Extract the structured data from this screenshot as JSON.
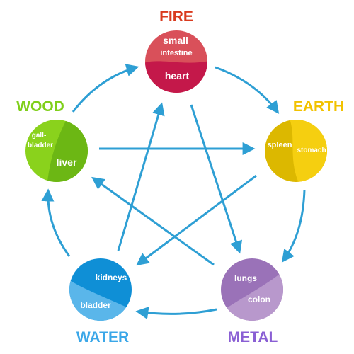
{
  "elements": {
    "fire": {
      "name": "FIRE",
      "color": "#d93a1e",
      "organs": [
        "small",
        "intestine",
        "heart"
      ]
    },
    "earth": {
      "name": "EARTH",
      "color": "#f2c200",
      "organs": [
        "spleen",
        "stomach"
      ]
    },
    "metal": {
      "name": "METAL",
      "color": "#8a5fd4",
      "organs": [
        "lungs",
        "colon"
      ]
    },
    "water": {
      "name": "WATER",
      "color": "#3ba7e8",
      "organs": [
        "kidneys",
        "bladder"
      ]
    },
    "wood": {
      "name": "WOOD",
      "color": "#7fcf1a",
      "organs": [
        "gall-",
        "bladder",
        "liver"
      ]
    }
  },
  "circle_colors": {
    "fire": [
      "#d9505a",
      "#c4184a"
    ],
    "earth": [
      "#dcb800",
      "#f5cf10"
    ],
    "metal": [
      "#9a72b8",
      "#b898cc"
    ],
    "water": [
      "#0f8fd6",
      "#5ab6ea"
    ],
    "wood": [
      "#8ad21c",
      "#6cb714"
    ]
  },
  "arrow_color": "#2e9fd4"
}
